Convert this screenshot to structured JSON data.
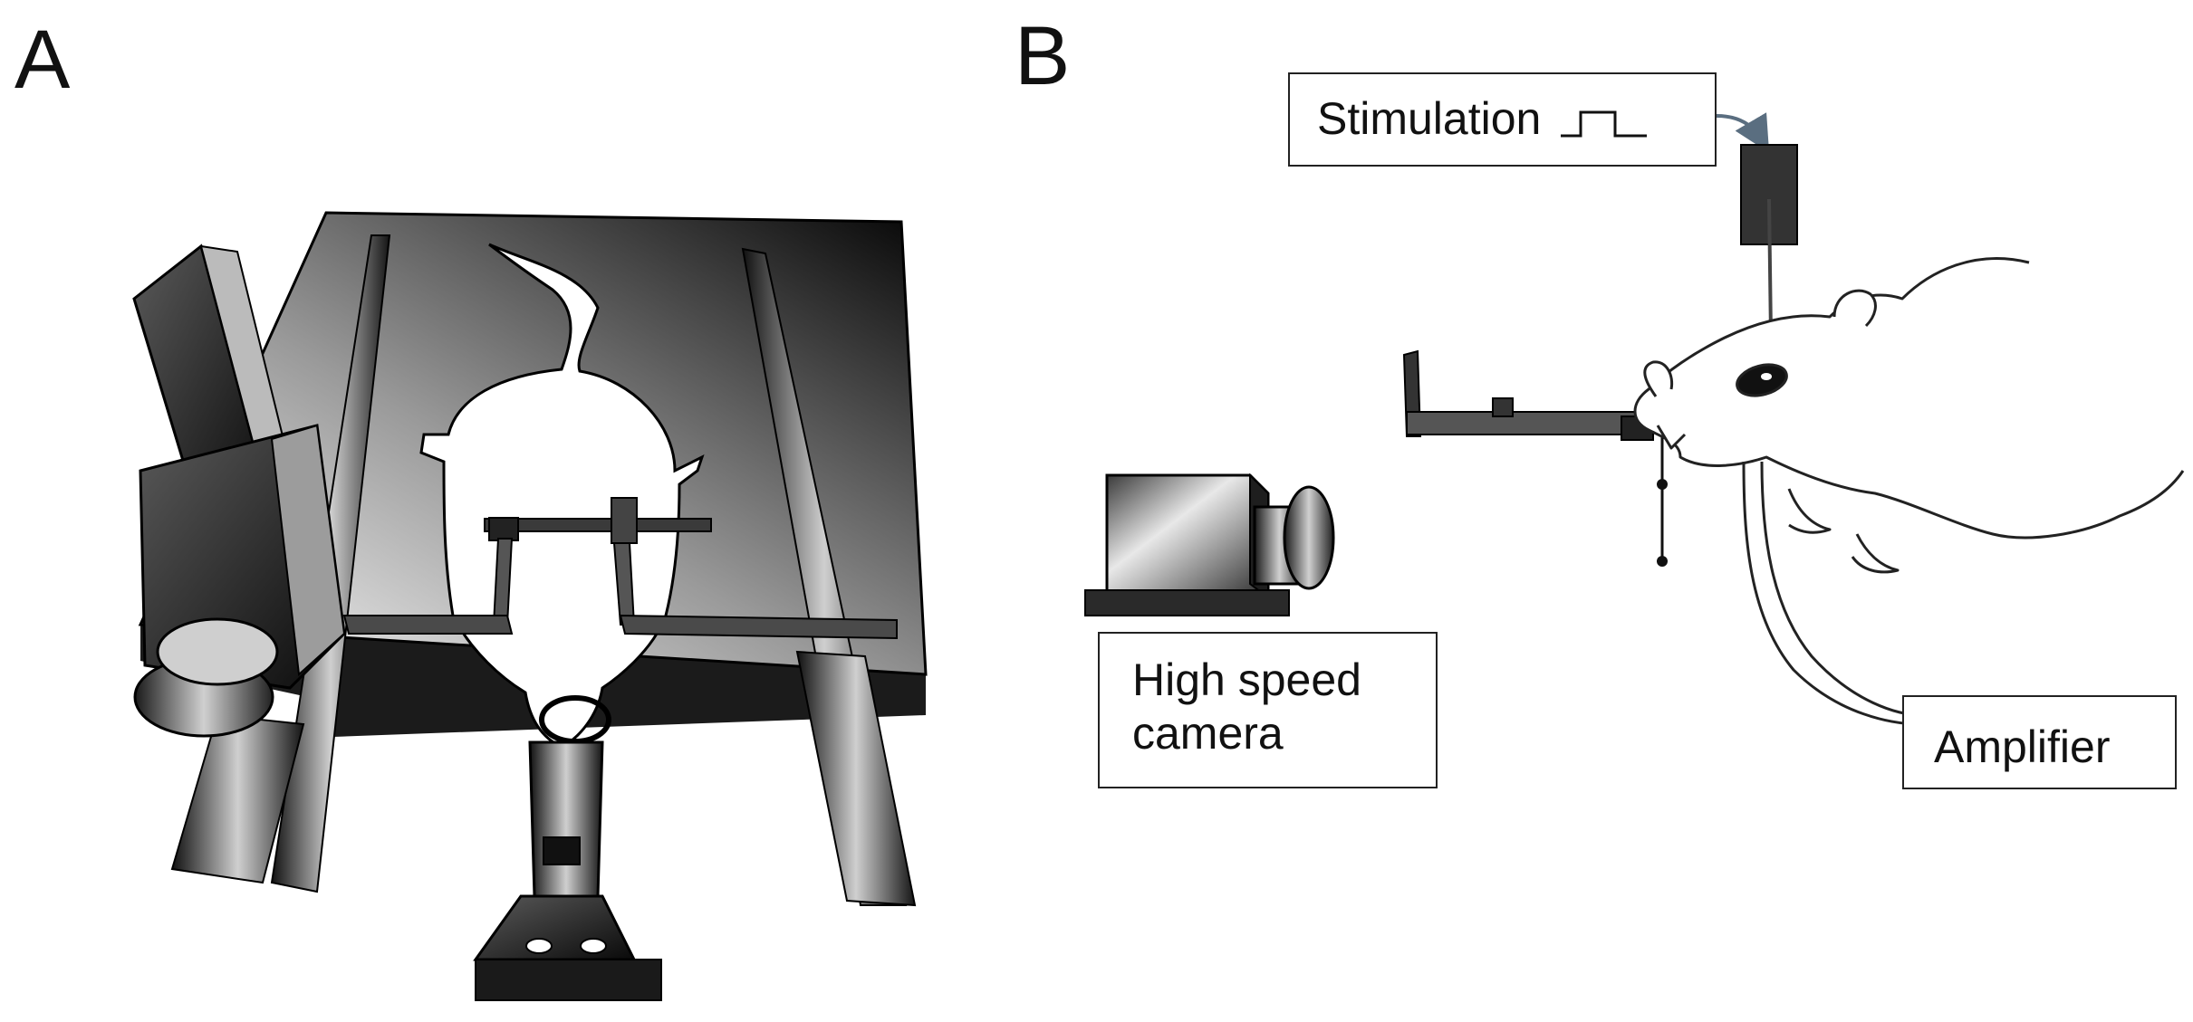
{
  "panels": [
    {
      "letter": "A"
    },
    {
      "letter": "B"
    }
  ],
  "labels": {
    "stimulation": "Stimulation",
    "camera_line1": "High speed",
    "camera_line2": "camera",
    "amplifier": "Amplifier"
  },
  "icons": {
    "stimulation_pulse": "square-pulse-icon",
    "stimulation_arrow": "curved-arrow-icon"
  },
  "colors": {
    "ink": "#111111",
    "arrow": "#5a6e80"
  }
}
